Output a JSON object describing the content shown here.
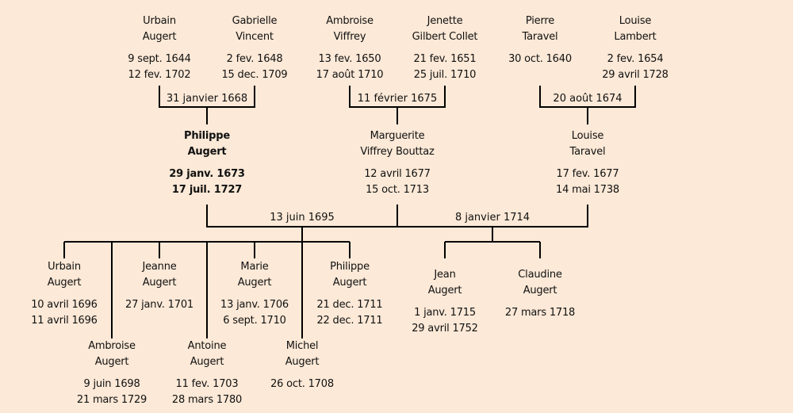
{
  "background_color": "#fce9d7",
  "line_color": "#000000",
  "grandparents": [
    {
      "first": "Urbain",
      "last": "Augert",
      "birth": "9 sept. 1644",
      "death": "12 fev. 1702"
    },
    {
      "first": "Gabrielle",
      "last": "Vincent",
      "birth": "2 fev. 1648",
      "death": "15 dec. 1709"
    },
    {
      "first": "Ambroise",
      "last": "Viffrey",
      "birth": "13 fev. 1650",
      "death": "17 août 1710"
    },
    {
      "first": "Jenette",
      "last": "Gilbert Collet",
      "birth": "21 fev. 1651",
      "death": "25 juil. 1710"
    },
    {
      "first": "Pierre",
      "last": "Taravel",
      "birth": "30 oct. 1640",
      "death": ""
    },
    {
      "first": "Louise",
      "last": "Lambert",
      "birth": "2 fev. 1654",
      "death": "29 avril 1728"
    }
  ],
  "grandparent_marriages": [
    {
      "date": "31 janvier 1668"
    },
    {
      "date": "11 février 1675"
    },
    {
      "date": "20 août 1674"
    }
  ],
  "parents": [
    {
      "first": "Philippe",
      "last": "Augert",
      "birth": "29 janv. 1673",
      "death": "17 juil. 1727",
      "highlighted": true
    },
    {
      "first": "Marguerite",
      "last": "Viffrey Bouttaz",
      "birth": "12 avril 1677",
      "death": "15 oct. 1713"
    },
    {
      "first": "Louise",
      "last": "Taravel",
      "birth": "17 fev. 1677",
      "death": "14 mai 1738"
    }
  ],
  "parent_marriages": [
    {
      "date": "13 juin 1695"
    },
    {
      "date": "8 janvier 1714"
    }
  ],
  "children_first_marriage": [
    {
      "first": "Urbain",
      "last": "Augert",
      "birth": "10 avril 1696",
      "death": "11 avril 1696"
    },
    {
      "first": "Ambroise",
      "last": "Augert",
      "birth": "9 juin 1698",
      "death": "21 mars 1729"
    },
    {
      "first": "Jeanne",
      "last": "Augert",
      "birth": "27 janv. 1701",
      "death": ""
    },
    {
      "first": "Antoine",
      "last": "Augert",
      "birth": "11 fev. 1703",
      "death": "28 mars 1780"
    },
    {
      "first": "Marie",
      "last": "Augert",
      "birth": "13 janv. 1706",
      "death": "6 sept. 1710"
    },
    {
      "first": "Michel",
      "last": "Augert",
      "birth": "26 oct. 1708",
      "death": ""
    },
    {
      "first": "Philippe",
      "last": "Augert",
      "birth": "21 dec. 1711",
      "death": "22 dec. 1711"
    }
  ],
  "children_second_marriage": [
    {
      "first": "Jean",
      "last": "Augert",
      "birth": "1 janv. 1715",
      "death": "29 avril 1752"
    },
    {
      "first": "Claudine",
      "last": "Augert",
      "birth": "27 mars 1718",
      "death": ""
    }
  ]
}
